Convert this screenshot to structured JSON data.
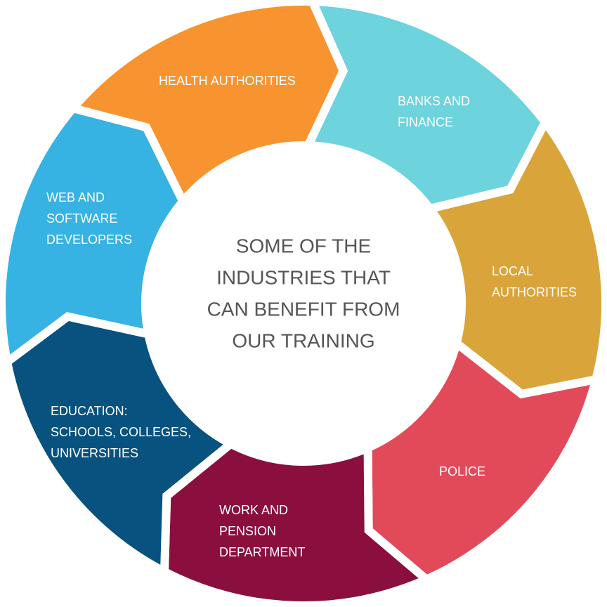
{
  "center": {
    "lines": [
      "SOME OF THE",
      "INDUSTRIES THAT",
      "CAN BENEFIT FROM",
      "OUR TRAINING"
    ]
  },
  "segments": [
    {
      "id": "health-authorities",
      "lines": [
        "HEALTH AUTHORITIES"
      ],
      "color": "#6dd3dd"
    },
    {
      "id": "banks-and-finance",
      "lines": [
        "BANKS AND",
        "FINANCE"
      ],
      "color": "#d9a43a"
    },
    {
      "id": "local-authorities",
      "lines": [
        "LOCAL",
        "AUTHORITIES"
      ],
      "color": "#e24a59"
    },
    {
      "id": "police",
      "lines": [
        "POLICE"
      ],
      "color": "#8a0f3e"
    },
    {
      "id": "work-and-pension",
      "lines": [
        "WORK AND",
        "PENSION",
        "DEPARTMENT"
      ],
      "color": "#08527f"
    },
    {
      "id": "education",
      "lines": [
        "EDUCATION:",
        "SCHOOLS, COLLEGES,",
        "UNIVERSITIES"
      ],
      "color": "#36b2e3"
    },
    {
      "id": "web-and-software",
      "lines": [
        "WEB AND",
        "SOFTWARE",
        "DEVELOPERS"
      ],
      "color": "#f7942f"
    }
  ]
}
